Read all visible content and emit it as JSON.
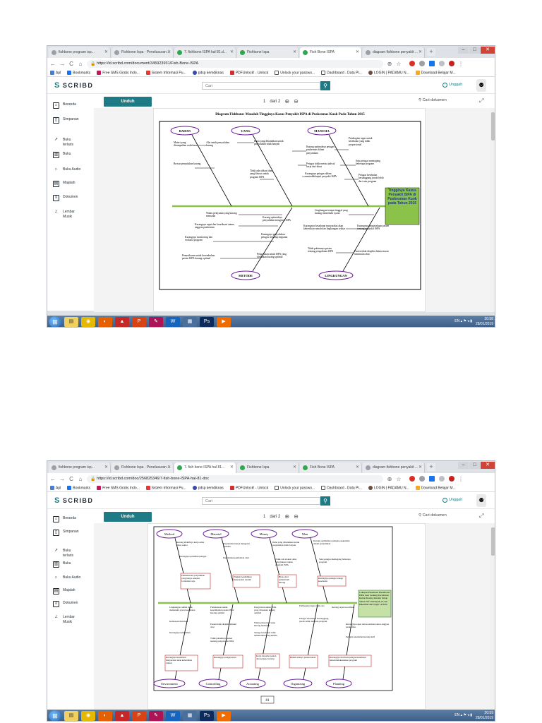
{
  "screen1": {
    "tabs": [
      "fishbone program isp...",
      "Fishbone Ispa - Penelusuran ...",
      "7. fishbone ISPA hal 81.d...",
      "Fishbone Ispa",
      "Fish Bone ISPA",
      "diagram fishbone penyakit ..."
    ],
    "url": "https://id.scribd.com/document/345923931/Fish-Bone-ISPA",
    "bookmarks": [
      "Apl",
      "Bookmarks",
      "Free SMS Gratis Indo...",
      "Sistem Informasi Pu...",
      "pdsp kemdiknas",
      "PDFUnlock! - Unlock",
      "Unlock your passwo...",
      "Dashboard - Data Pr...",
      "LOGIN | PADAMU N...",
      "Download Belajar M..."
    ],
    "logo": "SCRIBD",
    "search_placeholder": "Cari",
    "upload": "Unggah",
    "sidebar": [
      {
        "icon": "home-icon",
        "label": "Beranda"
      },
      {
        "icon": "bookmark-icon",
        "label": "Simpanan"
      },
      {
        "icon": "trending-icon",
        "label": "Buku\nterlaris"
      },
      {
        "icon": "book-icon",
        "label": "Buku"
      },
      {
        "icon": "headphones-icon",
        "label": "Buku Audio"
      },
      {
        "icon": "magazine-icon",
        "label": "Majalah"
      },
      {
        "icon": "document-icon",
        "label": "Dokumen"
      },
      {
        "icon": "music-icon",
        "label": "Lembar\nMusik"
      }
    ],
    "download": "Unduh",
    "page_current": "1",
    "page_total": "dari 2",
    "doc_search": "Cari dokumen",
    "diagram": {
      "title": "Diagram  Fishbone:  Masalah Tingginya Kasus Penyakit ISPA di Puskesmas Kuok Pada Tahun 2015",
      "heads": [
        "BAHAN",
        "UANG",
        "MANUSIA",
        "METODE",
        "LINGKUNGAN"
      ],
      "effect": "Tingginya Kasus Penyakit ISPA di Puskesmas Kuok pada Tahun 2015",
      "top_causes": [
        "Materi yang disampaikan sederhana",
        "Alat untuk penyuluhan kurang",
        "Brosur penyuluhan kurang",
        "Dana yang dibutuhkan untuk penyuluhan tidak banyak",
        "Tidak ada alokasi dana yang khusus untuk program ISPA",
        "Kurang optimalnya petugas puskesmas dalam penyuluhan",
        "Petugas tidak merata jadwal kerja dari dinas",
        "Kurangnya petugas dalam menindaklanjuti penyakit ISPA",
        "Pembagian tugas untuk kesehatan yang tidak proporsional",
        "Satu petugas memegang beberapa program",
        "Petugas kesehatan bertanggung jawab lebih dari satu program"
      ],
      "bottom_causes": [
        "Waktu pelayanan yang kurang memadai",
        "Kurangnya rapat dan koordinasi antara anggota puskesmas",
        "Kurang optimalnya penyuluhan mengenai ISPA",
        "Kurangnya monitoring dan evaluasi program",
        "Kurangnya penyuluhan petugas terhadap kegiatan",
        "Pemeriksaan untuk kesembuhan pasien ISPA kurang optimal",
        "Pengobatan untuk ISPA yang dirasakan kurang optimal",
        "Lingkungan tempat tinggal yang kurang memenuhi syarat",
        "Kurangnya kesadaran masyarakat akan kebersihan rumah dan lingkungan sekitar",
        "Kurangnya pengetahuan pasien tentang penyakit ISPA",
        "Tidak pahamnya pasien tentang pengobatan ISPA",
        "Pasien tidak disiplin dalam aturan meminum obat"
      ]
    },
    "taskbar": {
      "lang": "EN",
      "time": "20:58",
      "date": "28/01/2019"
    }
  },
  "screen2": {
    "tabs": [
      "fishbone program isp...",
      "Fishbone Ispa - Penelusuran ...",
      "7. fish bone ISPA hal 81...",
      "Fishbone Ispa",
      "Fish Bone ISPA",
      "diagram fishbone penyakit ..."
    ],
    "url": "https://id.scribd.com/doc/256825346/7-fish-bone-ISPA-hal-81-doc",
    "bookmarks": [
      "Apl",
      "Bookmarks",
      "Free SMS Gratis Indo...",
      "Sistem Informasi Pu...",
      "pdsp kemdiknas",
      "PDFUnlock! - Unlock",
      "Unlock your passwo...",
      "Dashboard - Data Pr...",
      "LOGIN | PADAMU N...",
      "Download Belajar M..."
    ],
    "logo": "SCRIBD",
    "search_placeholder": "Cari",
    "upload": "Unggah",
    "sidebar": [
      {
        "icon": "home-icon",
        "label": "Beranda"
      },
      {
        "icon": "bookmark-icon",
        "label": "Simpanan"
      },
      {
        "icon": "trending-icon",
        "label": "Buku\nterlaris"
      },
      {
        "icon": "book-icon",
        "label": "Buku"
      },
      {
        "icon": "headphones-icon",
        "label": "Buku Audio"
      },
      {
        "icon": "magazine-icon",
        "label": "Majalah"
      },
      {
        "icon": "document-icon",
        "label": "Dokumen"
      },
      {
        "icon": "music-icon",
        "label": "Lembar\nMusik"
      }
    ],
    "download": "Unduh",
    "page_current": "1",
    "page_total": "dari 2",
    "doc_search": "Cari dokumen",
    "diagram": {
      "heads_top": [
        "Method",
        "Material",
        "Money",
        "Man"
      ],
      "heads_bottom": [
        "Environment",
        "Controlling",
        "Actuating",
        "Organizing",
        "Planning"
      ],
      "effect": "Cakupan Penemuan Pneumonia ISPA Luar Gedung Kecamatan Kubah Kaulay Rendah Setiap Tahun 2013 Sebanyak 23 dan Diketahui dari target 14 Balit",
      "top_causes": [
        "Kurang efektifnya kerja sama lintas sektor",
        "Kurangnya pelatihan petugas",
        "Penyuluhan hanya mengenai perilaku",
        "Kurangnya sosialisasi penyakit ISPA",
        "Penyuluhan pemberian obat",
        "Media penyuluhan kurang",
        "Dana yang dibutuhkan untuk penyuluhan tidak banyak",
        "Tidak ada alokasi dana yang khusus untuk program ISPA",
        "Kurang optimalnya petugas puskesmas dalam penyuluhan",
        "Satu petugas memegang beberapa program"
      ],
      "boxes": [
        "Pemeriksaan penyuluhan yang hanya sekedar formalitas saja",
        "Tingkat pendidikan masyarakat rendah",
        "Biaya dari pemerintah kurang",
        "Kurangnya petugas tenaga kesehatan"
      ],
      "bottom_causes": [
        "Lingkungan rumah tidak memenuhi syarat kesehatan",
        "Rumah tidak sehat",
        "Kebiasaan merokok",
        "Kurangnya kebersihan",
        "Pemantauan untuk kesembuhan pasien ISPA kurang optimal",
        "Pasien tidak disiplin minum obat",
        "Tidak pahamnya pasien tentang pengobatan ISPA",
        "Pengobatan untuk ISPA yang dirasakan kurang optimal",
        "Waktu pelayanan yang kurang memadai",
        "Tenaga kesehatan tidak memberikan penyuluhan",
        "Pembagian tugas tidak rata",
        "Petugas kesehatan bertanggung jawab lebih dari satu program",
        "Kurang rapat koordinasi",
        "Kurangnya rapat dan koordinasi antar anggota puskesmas",
        "Petugas kesehatan kurang aktif"
      ],
      "bottom_boxes": [
        "Kurangnya kesadaran masyarakat akan kebersihan rumah",
        "Kurangnya pengawasan",
        "Kerja bersama pasien dan petugas kurang",
        "Belum adanya perencanaan",
        "Kurangnya motivasi petugas kesehatan untuk melaksanakan program"
      ],
      "page_number": "81"
    },
    "taskbar": {
      "lang": "EN",
      "time": "20:59",
      "date": "28/01/2019"
    }
  }
}
